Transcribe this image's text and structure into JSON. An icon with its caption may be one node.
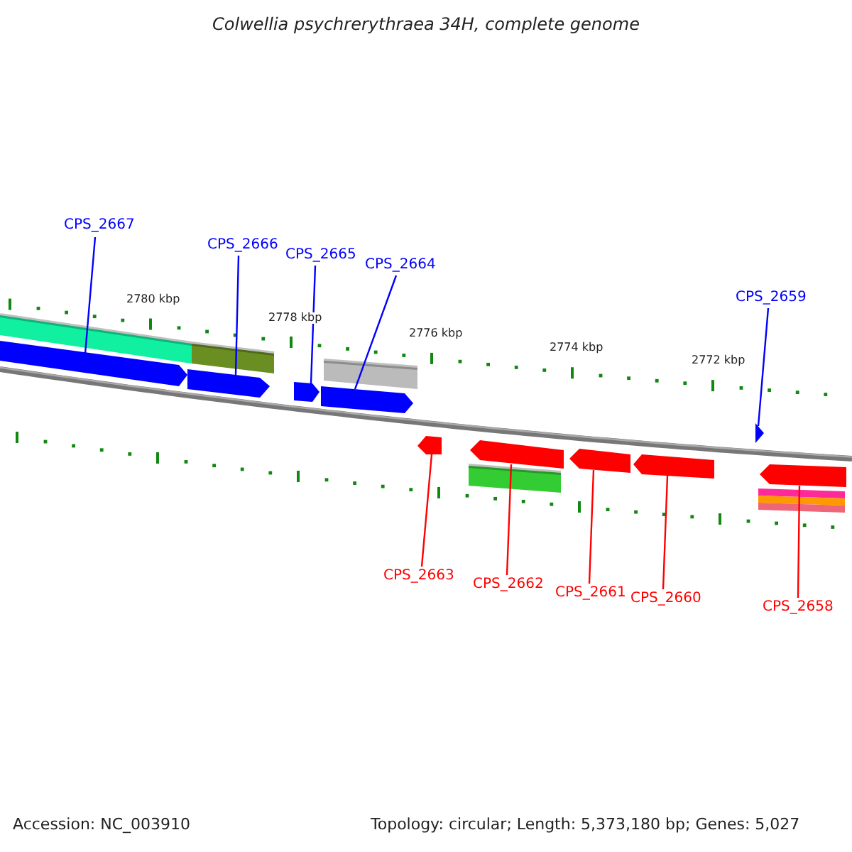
{
  "diagram": {
    "title": "Colwellia psychrerythraea 34H, complete genome",
    "nodes": [
      {
        "text": [
          "CPS_2667"
        ]
      },
      {
        "text": [
          "CPS_2666"
        ]
      },
      {
        "text": [
          "CPS_2665"
        ]
      },
      {
        "text": [
          "CPS_2664"
        ]
      },
      {
        "text": [
          "CPS_2659"
        ]
      },
      {
        "text": [
          "CPS_2663"
        ]
      },
      {
        "text": [
          "CPS_2662"
        ]
      },
      {
        "text": [
          "CPS_2661"
        ]
      },
      {
        "text": [
          "CPS_2660"
        ]
      },
      {
        "text": [
          "CPS_2658"
        ]
      },
      {
        "text": [],
        "shape": "arrow"
      },
      {
        "text": [],
        "shape": "arrow"
      },
      {
        "text": [],
        "shape": "arrow"
      },
      {
        "text": [],
        "shape": "arrow"
      },
      {
        "text": [],
        "shape": "arrow"
      },
      {
        "text": [],
        "shape": "arrow"
      },
      {
        "text": [],
        "shape": "arrow"
      },
      {
        "text": [],
        "shape": "arrow"
      },
      {
        "text": [],
        "shape": "arrow"
      },
      {
        "text": [],
        "shape": "arrow"
      }
    ],
    "edges": [
      {
        "from": 0,
        "to": 10,
        "arrow": "none"
      },
      {
        "from": 1,
        "to": 11,
        "arrow": "none"
      },
      {
        "from": 2,
        "to": 12,
        "arrow": "none"
      },
      {
        "from": 3,
        "to": 13,
        "arrow": "none"
      },
      {
        "from": 4,
        "to": 14,
        "arrow": "none"
      },
      {
        "from": 5,
        "to": 15,
        "arrow": "none",
        "color": "#ff0000"
      },
      {
        "from": 6,
        "to": 16,
        "arrow": "none",
        "color": "#ff0000"
      },
      {
        "from": 7,
        "to": 17,
        "arrow": "none",
        "color": "#ff0000"
      },
      {
        "from": 8,
        "to": 18,
        "arrow": "none",
        "color": "#ff0000"
      },
      {
        "from": 9,
        "to": 19,
        "arrow": "none",
        "color": "#ff0000"
      }
    ],
    "labels": [
      "2780 kbp",
      "2778 kbp",
      "2776 kbp",
      "2774 kbp",
      "2772 kbp",
      "Accession: NC_003910",
      "Topology: circular; Length: 5,373,180 bp; Genes: 5,027"
    ]
  }
}
